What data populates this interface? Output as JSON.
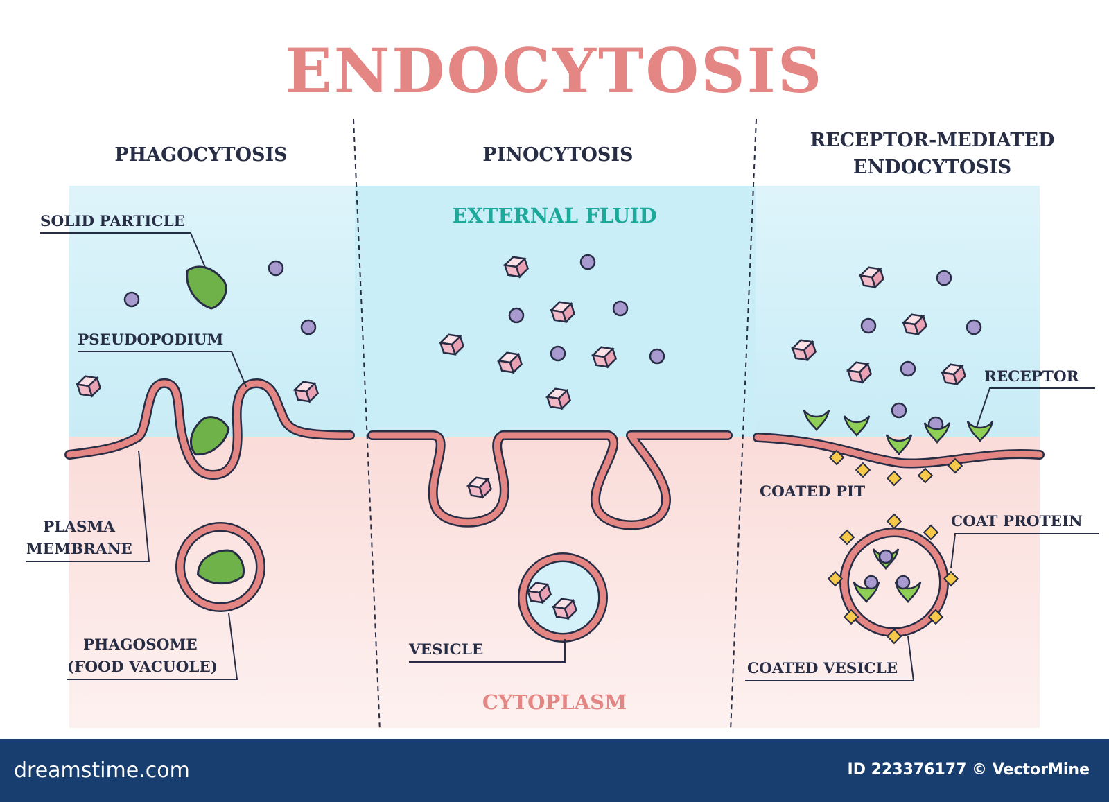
{
  "title": "ENDOCYTOSIS",
  "sections": {
    "phagocytosis": "PHAGOCYTOSIS",
    "pinocytosis": "PINOCYTOSIS",
    "receptor_line1": "RECEPTOR-MEDIATED",
    "receptor_line2": "ENDOCYTOSIS"
  },
  "regions": {
    "external": "EXTERNAL FLUID",
    "cytoplasm": "CYTOPLASM"
  },
  "labels": {
    "solid_particle": "SOLID PARTICLE",
    "pseudopodium": "PSEUDOPODIUM",
    "plasma_membrane_1": "PLASMA",
    "plasma_membrane_2": "MEMBRANE",
    "phagosome_1": "PHAGOSOME",
    "phagosome_2": "(FOOD VACUOLE)",
    "vesicle": "VESICLE",
    "receptor": "RECEPTOR",
    "coated_pit": "COATED PIT",
    "coat_protein": "COAT PROTEIN",
    "coated_vesicle": "COATED VESICLE"
  },
  "footer": {
    "brand": "dreamstime.com",
    "credit": "ID 223376177 © VectorMine"
  },
  "colors": {
    "title": "#e48683",
    "external_fluid": "#cdeef7",
    "cytoplasm": "#fbe3e1",
    "membrane": "#e48683",
    "outline": "#272d45",
    "particle": "#6fb24a",
    "receptor": "#8fcf55",
    "coat_protein": "#f7c94a",
    "molecule_sphere": "#a899cf",
    "molecule_cube": "#f2b9c6",
    "footer": "#173e6e"
  }
}
